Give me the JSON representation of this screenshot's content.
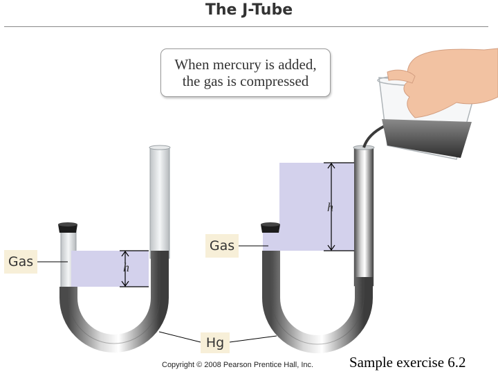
{
  "title": "The J-Tube",
  "callout": {
    "line1": "When mercury is added,",
    "line2": "the gas is compressed"
  },
  "labels": {
    "gas_left": "Gas",
    "gas_right": "Gas",
    "hg": "Hg",
    "h_left": "h",
    "h_right": "h"
  },
  "copyright": "Copyright © 2008 Pearson Prentice Hall, Inc.",
  "caption": "Sample exercise 6.2",
  "colors": {
    "gas": "#d3d1ec",
    "mercury": "#6e6e6e",
    "label_bg": "#f7efd8",
    "skin": "#f2c2a2"
  }
}
